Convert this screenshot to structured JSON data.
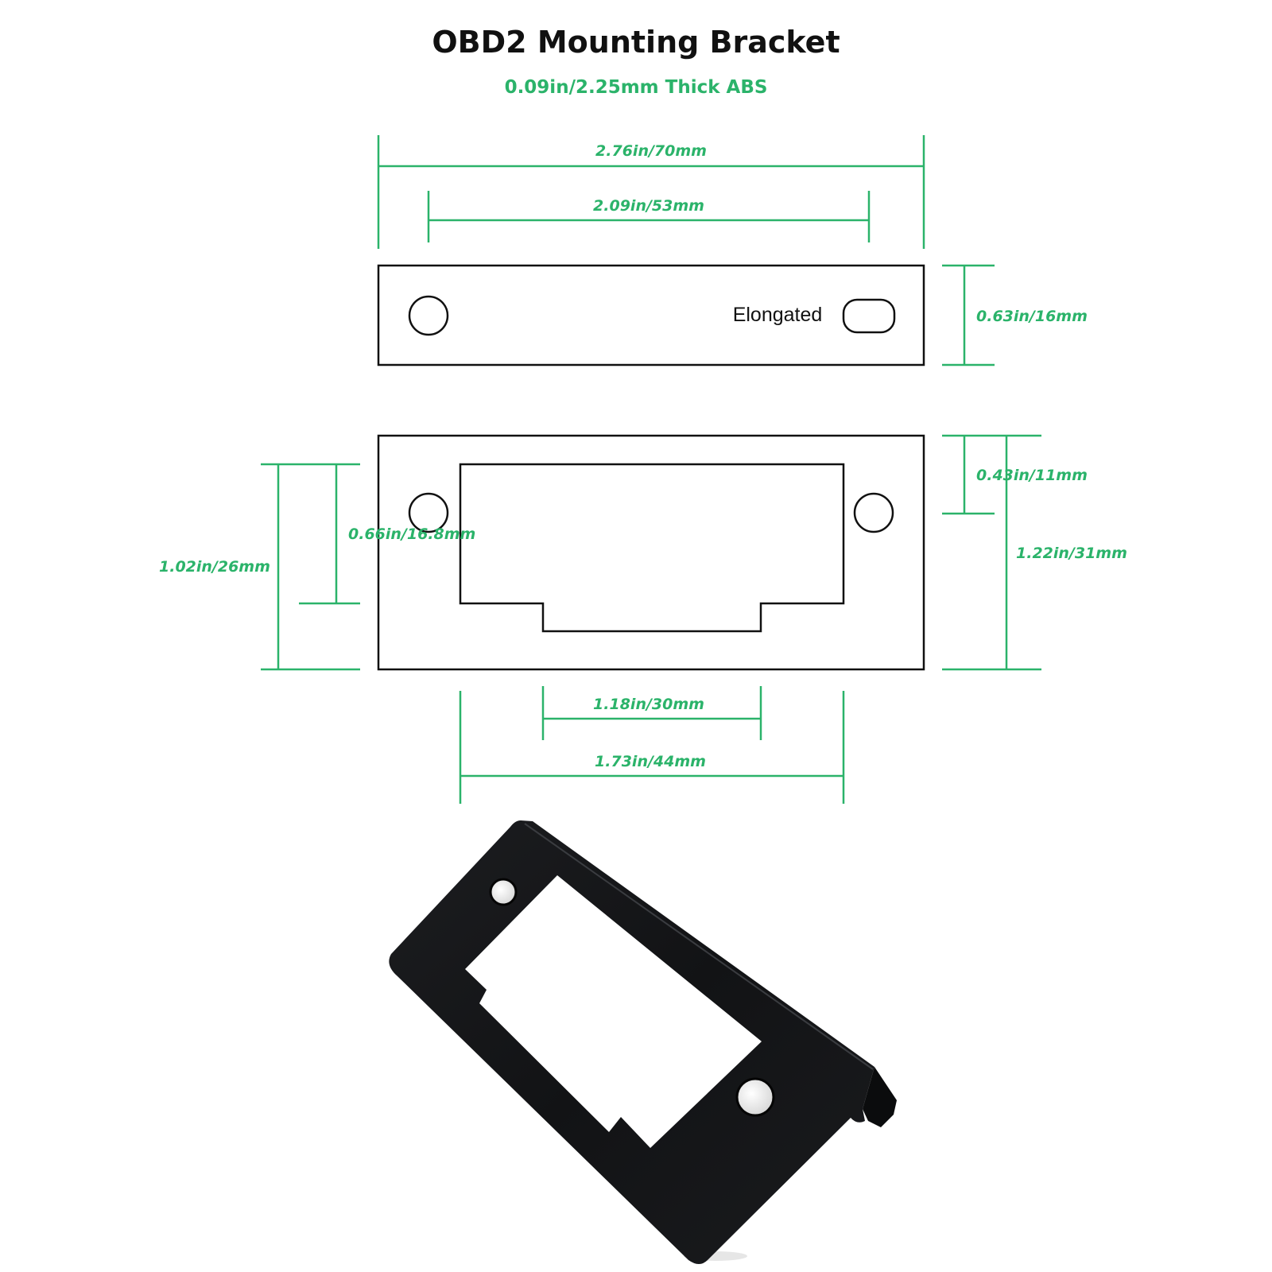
{
  "header": {
    "title": "OBD2 Mounting Bracket",
    "subtitle": "0.09in/2.25mm Thick ABS"
  },
  "dimensions": {
    "overall_width": "2.76in/70mm",
    "hole_spacing": "2.09in/53mm",
    "top_height": "0.63in/16mm",
    "elongated_label": "Elongated",
    "hole_offset": "0.43in/11mm",
    "front_height": "1.22in/31mm",
    "cutout_height": "1.02in/26mm",
    "cutout_upper_height": "0.66in/16.8mm",
    "notch_width": "1.18in/30mm",
    "cutout_width": "1.73in/44mm"
  },
  "colors": {
    "dimension": "#2bb36a",
    "subtitle": "#2bb36a",
    "outline": "#111111",
    "title": "#111111",
    "bracket": "#141517"
  },
  "photo": {
    "icon": "bracket-photo-icon"
  }
}
